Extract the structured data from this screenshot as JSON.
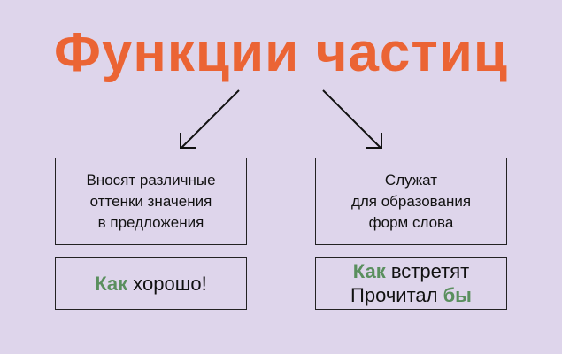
{
  "title": "Функции частиц",
  "functions": [
    {
      "lines": [
        "Вносят различные",
        "оттенки значения",
        "в предложения"
      ]
    },
    {
      "lines": [
        "Служат",
        "для образования",
        "форм слова"
      ]
    }
  ],
  "examples": [
    {
      "line1": {
        "accent": "Как",
        "rest": " хорошо!"
      }
    },
    {
      "line1": {
        "accent": "Как",
        "rest": " встретят"
      },
      "line2": {
        "rest": "Прочитал ",
        "accent": "бы"
      }
    }
  ],
  "colors": {
    "title": "#eb6434",
    "accent": "#5a8f5e",
    "background": "#ded5eb"
  }
}
